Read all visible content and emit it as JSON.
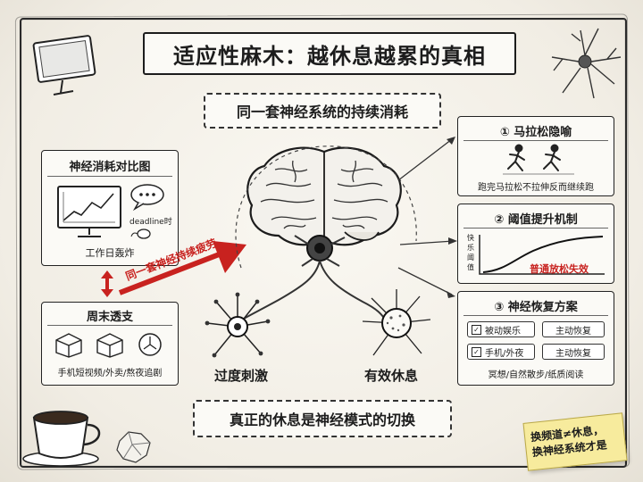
{
  "title": "适应性麻木：越休息越累的真相",
  "subtitle": "同一套神经系统的持续消耗",
  "footer": "真正的休息是神经模式的切换",
  "left_panel": {
    "title": "神经消耗对比图",
    "bubble_text": "deadline时",
    "workday_caption": "工作日轰炸",
    "weekend_title": "周末透支",
    "weekend_caption": "手机短视频/外卖/熬夜追剧"
  },
  "red_arrow_label": "同一套神经持续疲劳",
  "neuron_labels": {
    "over": "过度刺激",
    "rest": "有效休息"
  },
  "marathon": {
    "title": "① 马拉松隐喻",
    "caption": "跑完马拉松不拉伸反而继续跑"
  },
  "threshold": {
    "title": "② 阈值提升机制",
    "y_axis_label": "快乐阈值",
    "curve_caption": "普通放松失效"
  },
  "recovery": {
    "title": "③ 神经恢复方案",
    "items": [
      {
        "left": "被动娱乐",
        "right": "主动恢复"
      },
      {
        "left": "手机/外夜",
        "right": "主动恢复"
      }
    ],
    "caption": "冥想/自然散步/纸质阅读"
  },
  "sticky_note": {
    "line1": "换频道≠休息，",
    "line2": "换神经系统才是"
  },
  "colors": {
    "accent_red": "#c8221f",
    "ink": "#1c1c1c",
    "paper": "#fbfaf6",
    "note_yellow": "#f7eb9d"
  }
}
